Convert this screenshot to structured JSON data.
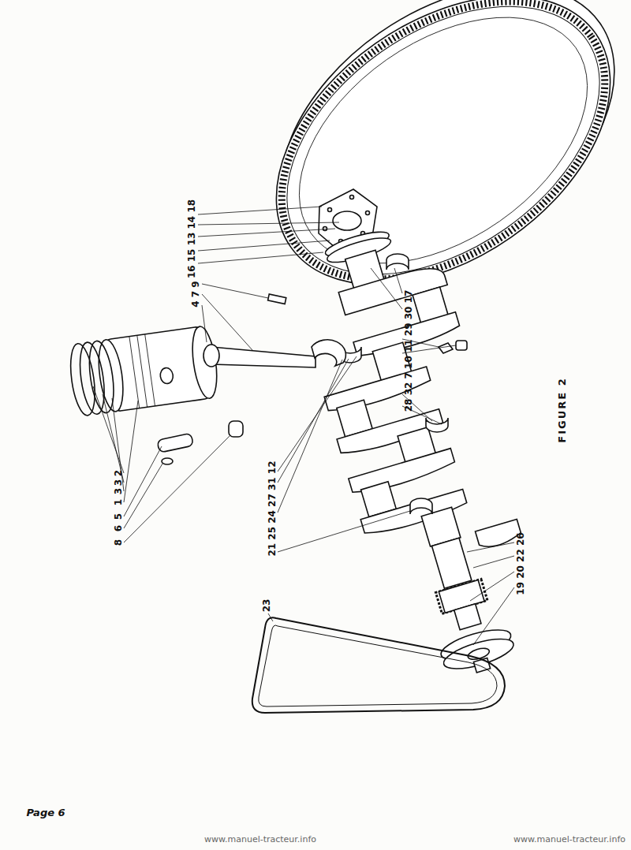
{
  "diagram": {
    "caption": "FIGURE 2",
    "labels": [
      "2",
      "3",
      "3",
      "1",
      "5",
      "6",
      "8",
      "4 7 9",
      "16 15 13 14 18",
      "28 32 7 10 11 29 30 17",
      "21 25 24 27 31 12",
      "19 20 22 26",
      "23",
      "Page 6",
      "www.manuel-tracteur.info",
      "www.manuel-tracteur.info"
    ]
  }
}
